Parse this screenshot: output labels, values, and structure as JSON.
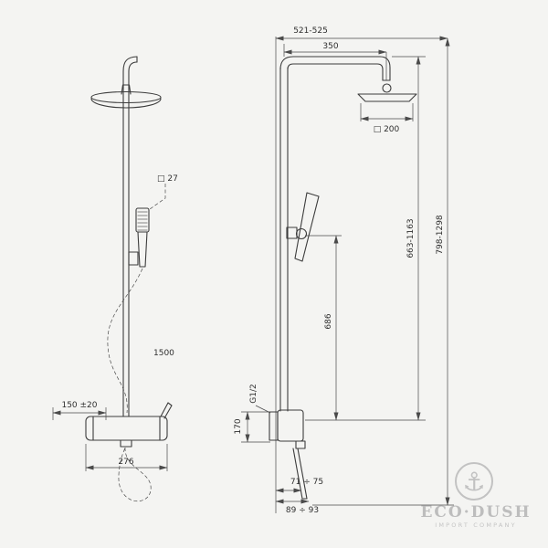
{
  "colors": {
    "background": "#f4f4f2",
    "line": "#3c3c3c",
    "dimension": "#4a4a4a",
    "logo": "#bdbdbd"
  },
  "front_view": {
    "hand_shower_size": "□ 27",
    "hose_length": "1500",
    "inlet_spacing": "150 ±20",
    "mixer_width": "276"
  },
  "side_view": {
    "top_width": "521-525",
    "arm_length": "350",
    "head_size": "□ 200",
    "column_height": "663-1163",
    "total_height": "798-1298",
    "holder_height": "686",
    "thread": "G1/2",
    "mixer_height": "170",
    "outlet_offset_near": "71 ÷ 75",
    "outlet_offset_far": "89 ÷ 93"
  },
  "logo": {
    "anchor_icon": "⚓",
    "brand": "ECO·DUSH",
    "subtitle": "IMPORT COMPANY"
  }
}
